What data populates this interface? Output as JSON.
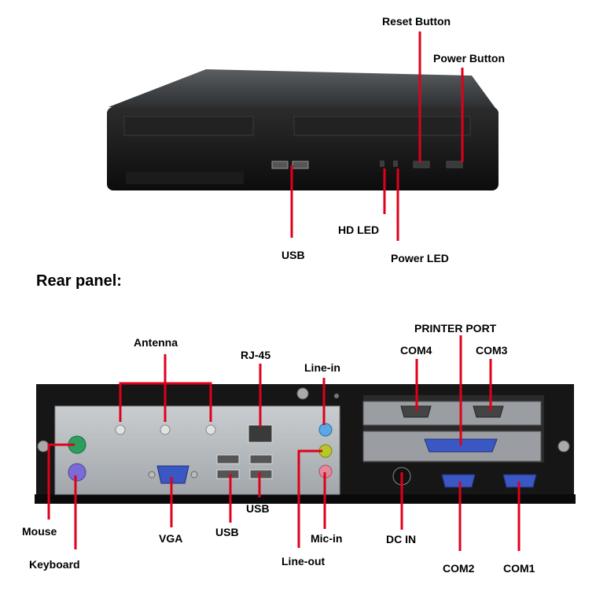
{
  "section_heading": "Rear panel:",
  "front_labels": {
    "reset_button": "Reset Button",
    "power_button": "Power Button",
    "usb": "USB",
    "hd_led": "HD LED",
    "power_led": "Power LED"
  },
  "rear_labels": {
    "printer_port": "PRINTER PORT",
    "antenna": "Antenna",
    "rj45": "RJ-45",
    "line_in": "Line-in",
    "com4": "COM4",
    "com3": "COM3",
    "mouse": "Mouse",
    "keyboard": "Keyboard",
    "vga": "VGA",
    "usb_left": "USB",
    "usb_right": "USB",
    "line_out": "Line-out",
    "mic_in": "Mic-in",
    "dc_in": "DC IN",
    "com2": "COM2",
    "com1": "COM1"
  },
  "colors": {
    "pointer": "#e0001a",
    "chassis": "#1a1a1a",
    "io_shield": "#b9bdc0",
    "ps2_mouse": "#2e9e5e",
    "ps2_keyboard": "#7b6bd6",
    "vga_port": "#3a57c4",
    "line_in_jack": "#5aa9e6",
    "line_out_jack": "#b5c72a",
    "mic_in_jack": "#e38a9a"
  }
}
